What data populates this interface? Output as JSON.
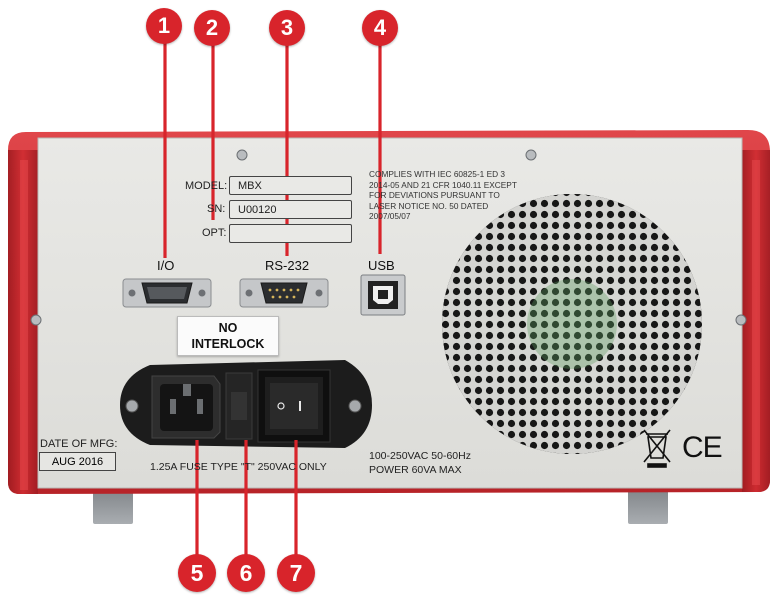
{
  "callouts": [
    "1",
    "2",
    "3",
    "4",
    "5",
    "6",
    "7"
  ],
  "panel": {
    "model_label": "MODEL:",
    "model_value": "MBX",
    "sn_label": "SN:",
    "sn_value": "U00120",
    "opt_label": "OPT:",
    "opt_value": "",
    "compliance_lines": [
      "COMPLIES WITH IEC 60825-1 ED 3",
      "2014-05 AND 21 CFR 1040.11 EXCEPT",
      "FOR DEVIATIONS PURSUANT TO",
      "LASER NOTICE NO. 50 DATED",
      "2007/05/07"
    ],
    "ports": {
      "io_label": "I/O",
      "rs232_label": "RS-232",
      "usb_label": "USB"
    },
    "sticker_lines": [
      "NO",
      "INTERLOCK"
    ],
    "date_of_mfg_label": "DATE OF MFG:",
    "date_of_mfg_value": "AUG 2016",
    "fuse_text": "1.25A FUSE TYPE \"T\" 250VAC ONLY",
    "power_lines": [
      "100-250VAC 50-60Hz",
      "POWER 60VA MAX"
    ],
    "ce_mark": "CE"
  },
  "colors": {
    "chassis_red": "#c8262c",
    "callout_red": "#d8242b",
    "panel_grey": "#e3e3e0",
    "module_black": "#1c1c1c"
  }
}
